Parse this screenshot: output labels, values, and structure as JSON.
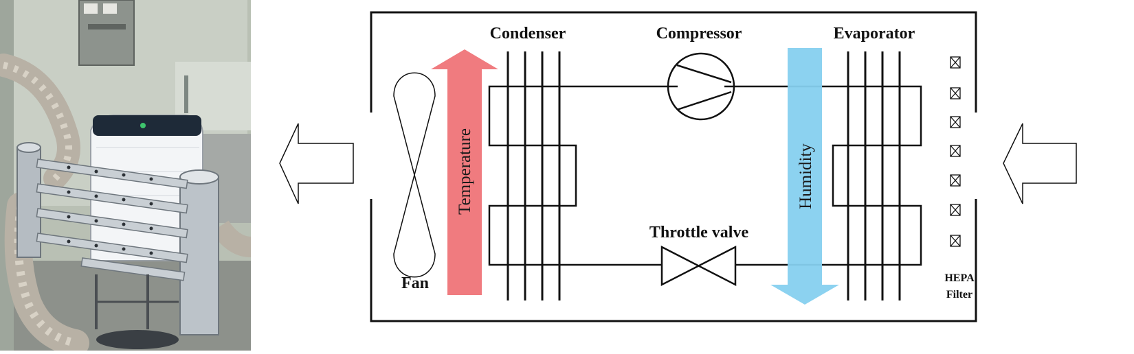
{
  "photo": {
    "subject": "dehumidifier-with-air-distribution-manifold"
  },
  "diagram": {
    "components": {
      "condenser": "Condenser",
      "compressor": "Compressor",
      "evaporator": "Evaporator",
      "fan": "Fan",
      "throttle_valve": "Throttle valve",
      "hepa_filter_line1": "HEPA",
      "hepa_filter_line2": "Filter"
    },
    "arrows": {
      "temperature": "Temperature",
      "humidity": "Humidity"
    },
    "colors": {
      "temperature_arrow": "#f07b7f",
      "humidity_arrow": "#86d0ef",
      "line": "#111111"
    }
  }
}
